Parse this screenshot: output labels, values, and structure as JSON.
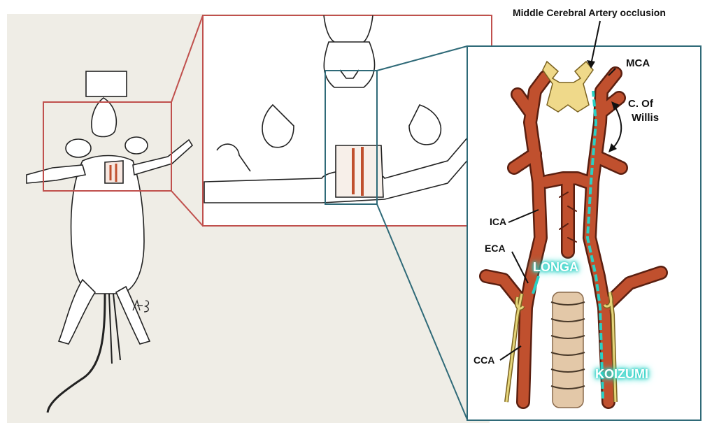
{
  "title": "Middle Cerebral Artery occlusion",
  "labels": {
    "mca": "MCA",
    "willis_line1": "C. Of",
    "willis_line2": "Willis",
    "ica": "ICA",
    "eca": "ECA",
    "cca": "CCA"
  },
  "methods": {
    "left": "LONGA",
    "right": "KOIZUMI"
  },
  "signature": "HS",
  "colors": {
    "background": "#efede6",
    "artery_fill": "#c0502e",
    "artery_outline": "#5a1f10",
    "left_box": "#c0504d",
    "right_box": "#2f6a78",
    "filament_glow": "#2ad0c4",
    "suture": "#e5d57a",
    "trachea": "#e3c8a8",
    "circle_of_willis_center": "#efd98a"
  }
}
